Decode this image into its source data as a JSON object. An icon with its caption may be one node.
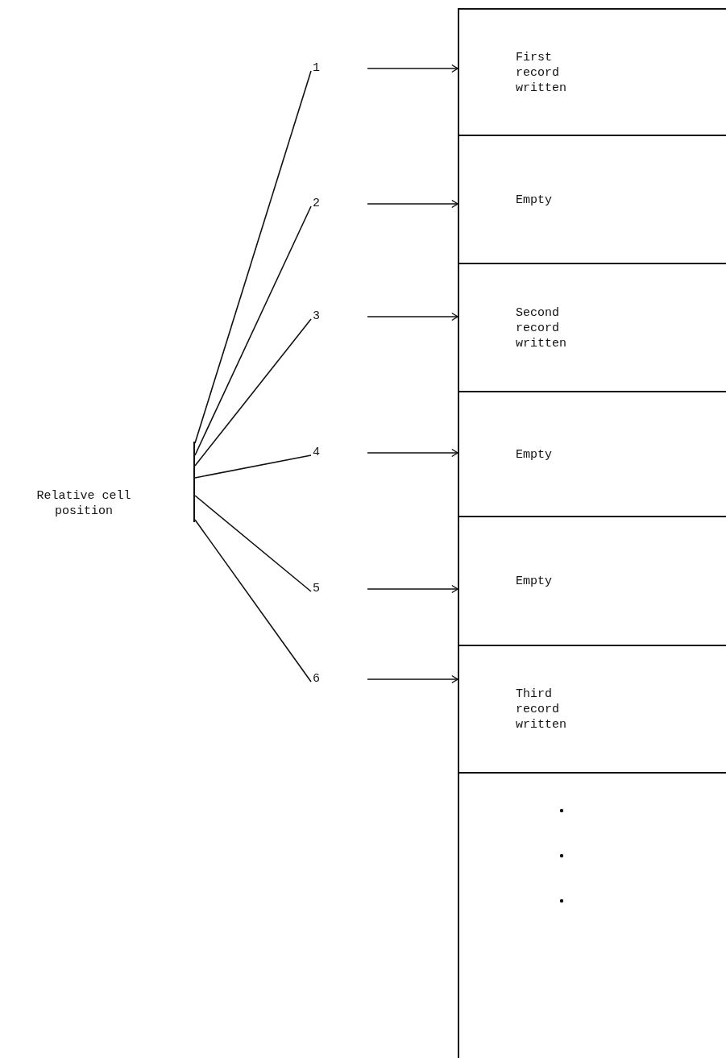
{
  "diagram": {
    "nodes": [
      {
        "text": [
          "Relative cell position"
        ]
      },
      {
        "text": [
          "1"
        ]
      },
      {
        "text": [
          "2"
        ]
      },
      {
        "text": [
          "3"
        ]
      },
      {
        "text": [
          "4"
        ]
      },
      {
        "text": [
          "5"
        ]
      },
      {
        "text": [
          "6"
        ]
      },
      {
        "text": [
          "First record written"
        ]
      },
      {
        "text": [
          "Empty"
        ]
      },
      {
        "text": [
          "Second record written"
        ]
      },
      {
        "text": [
          "Empty"
        ]
      },
      {
        "text": [
          "Empty"
        ]
      },
      {
        "text": [
          "Third record written"
        ]
      },
      {
        "text": [],
        "shape": "box"
      }
    ],
    "edges": [
      {
        "from": 0,
        "to": 1,
        "arrow": "none"
      },
      {
        "from": 0,
        "to": 2,
        "arrow": "none"
      },
      {
        "from": 0,
        "to": 3,
        "arrow": "none"
      },
      {
        "from": 0,
        "to": 4,
        "arrow": "none"
      },
      {
        "from": 0,
        "to": 5,
        "arrow": "none"
      },
      {
        "from": 0,
        "to": 6,
        "arrow": "none"
      },
      {
        "from": 1,
        "to": 7,
        "arrow": "to"
      },
      {
        "from": 2,
        "to": 8,
        "arrow": "to"
      },
      {
        "from": 3,
        "to": 9,
        "arrow": "to"
      },
      {
        "from": 4,
        "to": 10,
        "arrow": "to"
      },
      {
        "from": 5,
        "to": 11,
        "arrow": "to"
      },
      {
        "from": 6,
        "to": 12,
        "arrow": "to"
      }
    ]
  }
}
